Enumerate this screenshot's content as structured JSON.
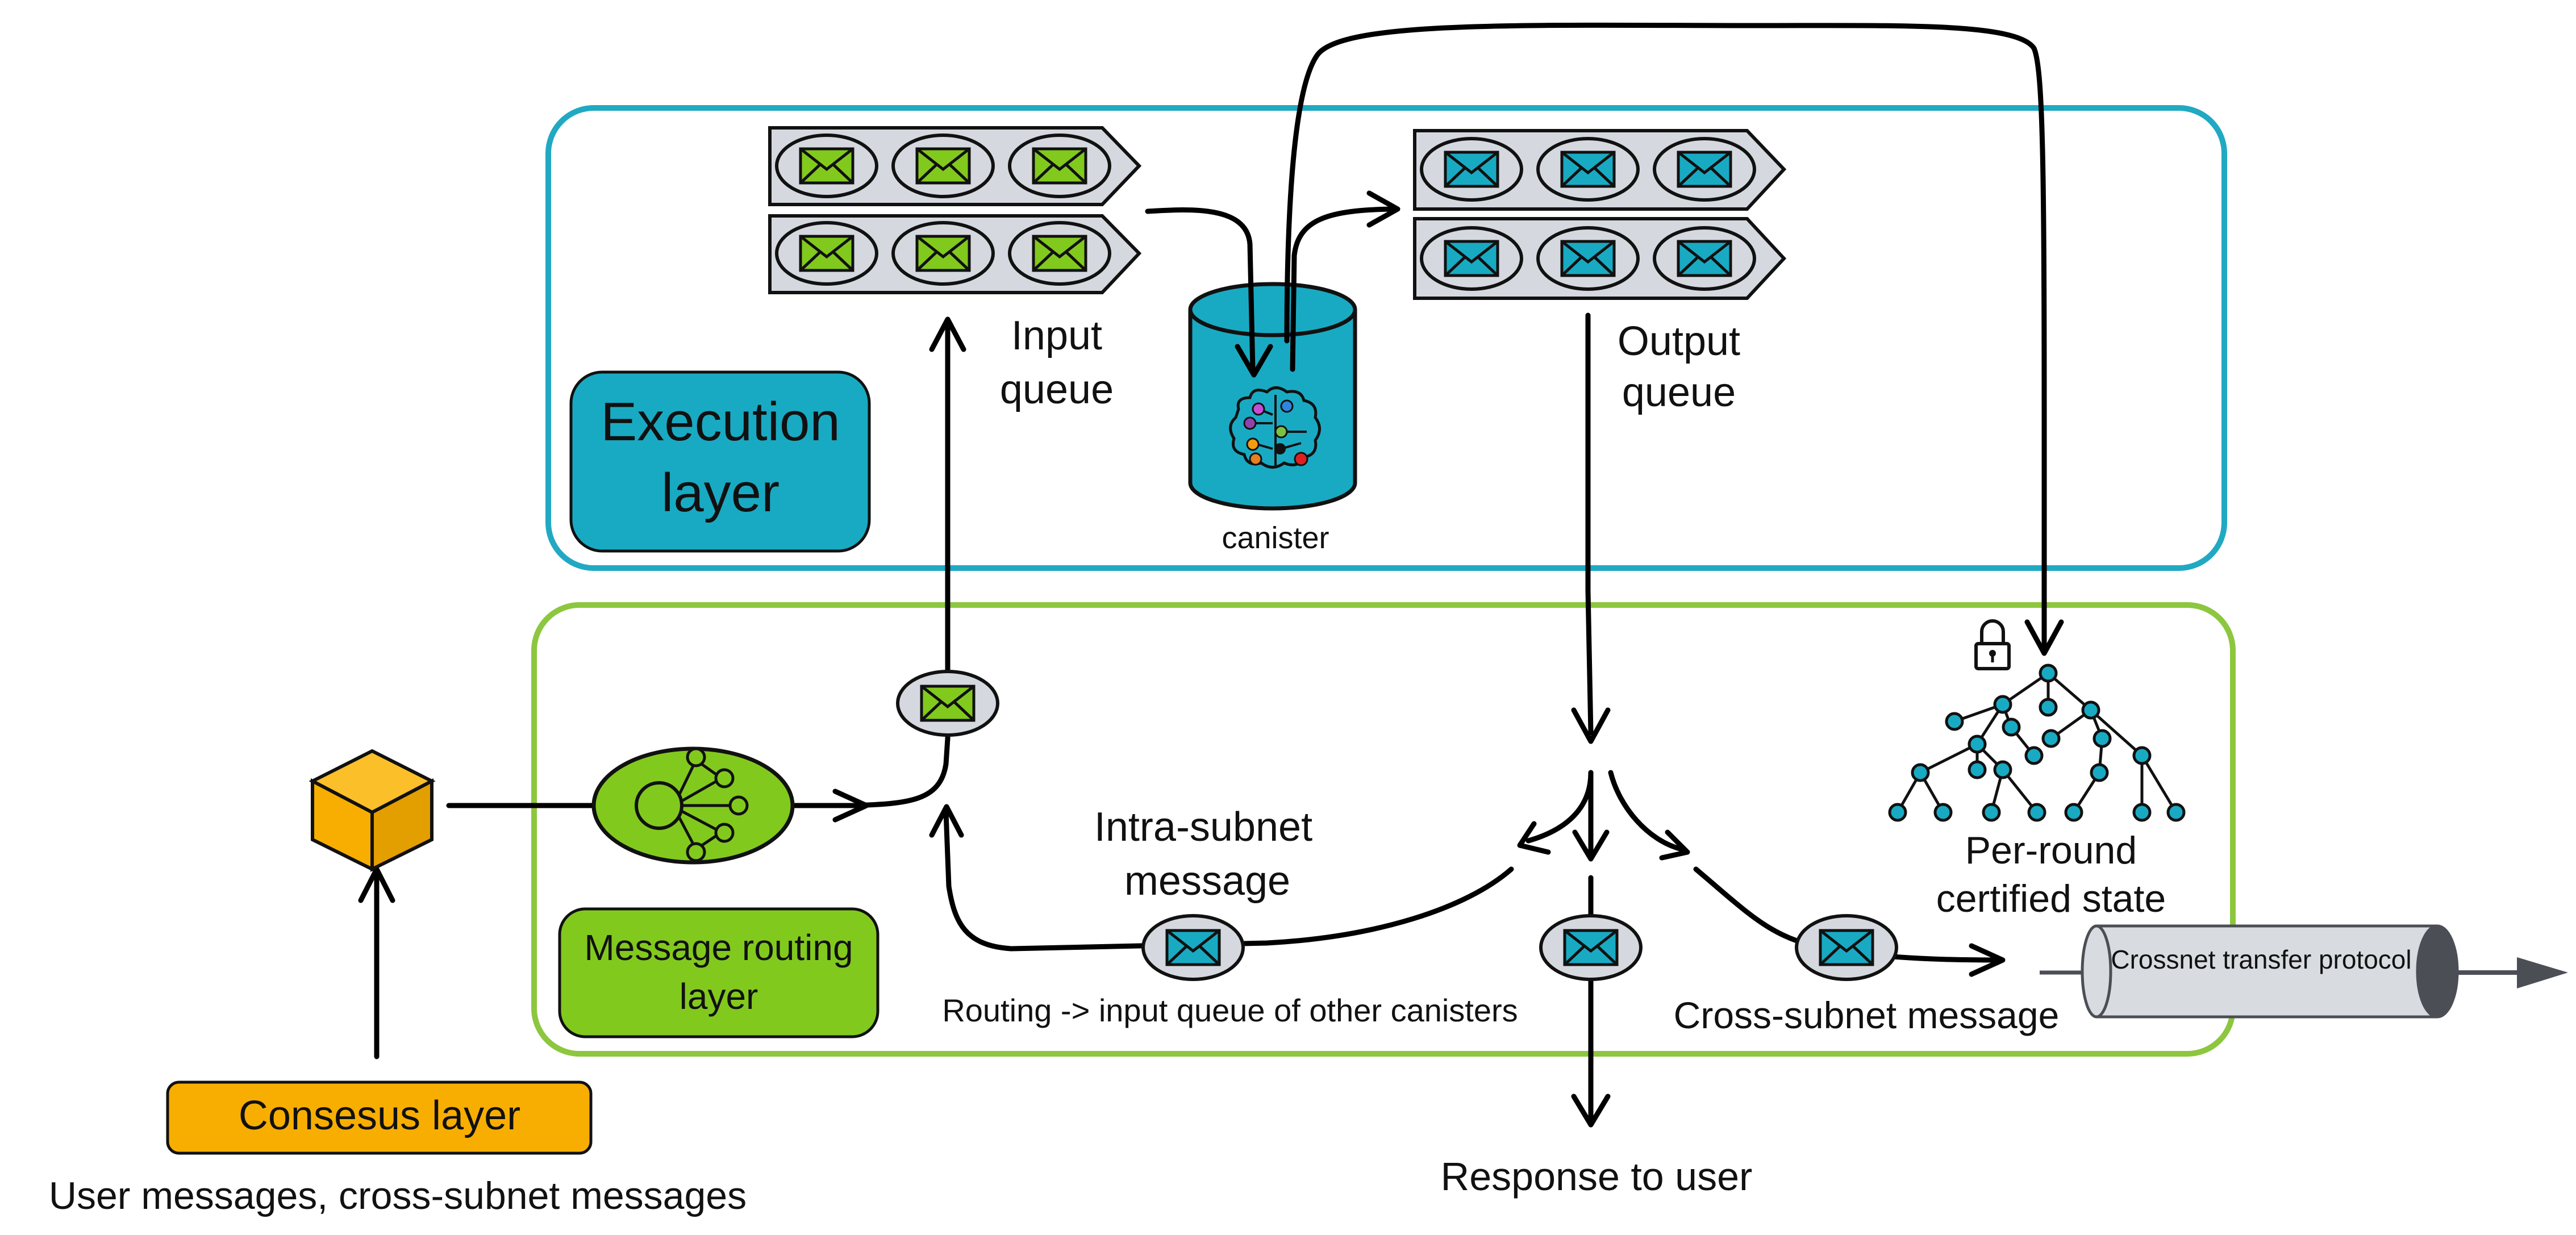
{
  "colors": {
    "execution": "#19aac3",
    "execution_border": "#21a9c3",
    "routing": "#82c91e",
    "routing_border": "#8dc63f",
    "consensus": "#f8ae00",
    "queue_fill": "#d5d9df",
    "pipe_fill": "#d8dbe0",
    "pipe_end": "#4b4f55"
  },
  "labels": {
    "execution_layer": [
      "Execution",
      "layer"
    ],
    "message_routing_layer": [
      "Message routing",
      "layer"
    ],
    "consensus_layer": "Consesus layer",
    "input_queue": [
      "Input",
      "queue"
    ],
    "output_queue": [
      "Output",
      "queue"
    ],
    "canister": "canister",
    "intra_subnet": [
      "Intra-subnet",
      "message"
    ],
    "routing_note": "Routing -> input queue of other canisters",
    "cross_subnet": "Cross-subnet message",
    "certified_state": [
      "Per-round",
      "certified state"
    ],
    "crossnet_pipe": "Crossnet transfer protocol",
    "response": "Response to user",
    "user_messages": "User messages, cross-subnet messages"
  },
  "icons": {
    "block": "cube-icon",
    "induction_pool": "network-node-icon",
    "envelope": "envelope-icon",
    "brain": "circuit-brain-icon",
    "lock": "lock-icon",
    "tree": "merkle-tree-icon"
  }
}
